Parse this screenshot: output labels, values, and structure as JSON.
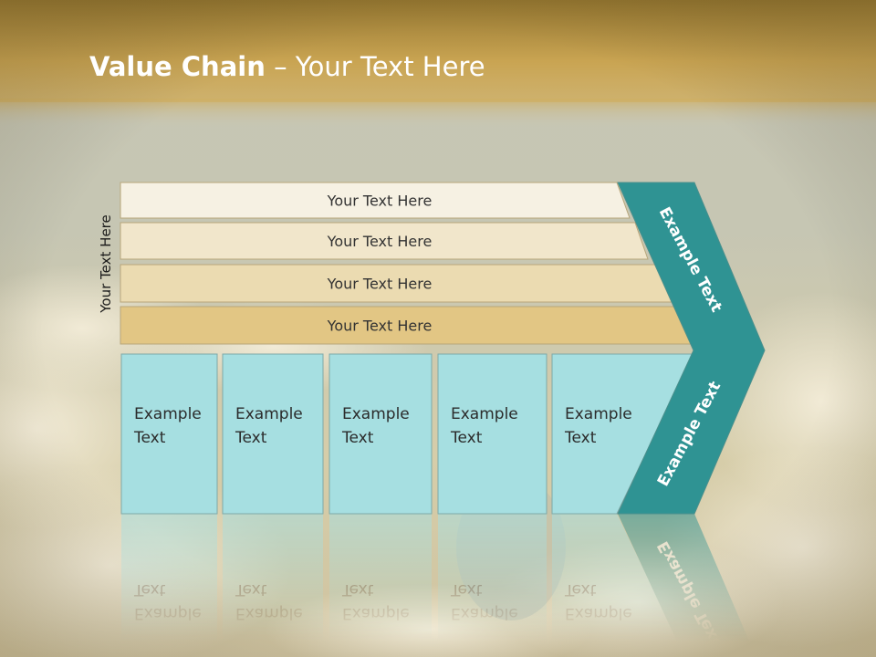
{
  "slide": {
    "title_bold": "Value Chain",
    "title_rest": " – Your Text Here",
    "side_label": "Your Text Here"
  },
  "rows": [
    {
      "label": "Your Text Here",
      "color": "#f6f1e3"
    },
    {
      "label": "Your Text Here",
      "color": "#f1e6cb"
    },
    {
      "label": "Your Text Here",
      "color": "#ebdbb1"
    },
    {
      "label": "Your Text Here",
      "color": "#e2c684"
    }
  ],
  "boxes": [
    {
      "line1": "Example",
      "line2": "Text"
    },
    {
      "line1": "Example",
      "line2": "Text"
    },
    {
      "line1": "Example",
      "line2": "Text"
    },
    {
      "line1": "Example",
      "line2": "Text"
    },
    {
      "line1": "Example",
      "line2": "Text"
    }
  ],
  "chevron": {
    "upper_label": "Example Text",
    "lower_label": "Example Text"
  },
  "colors": {
    "title_bar": "#c9a24e",
    "box_fill": "#a6dfe1",
    "chevron_fill": "#2f9393"
  }
}
